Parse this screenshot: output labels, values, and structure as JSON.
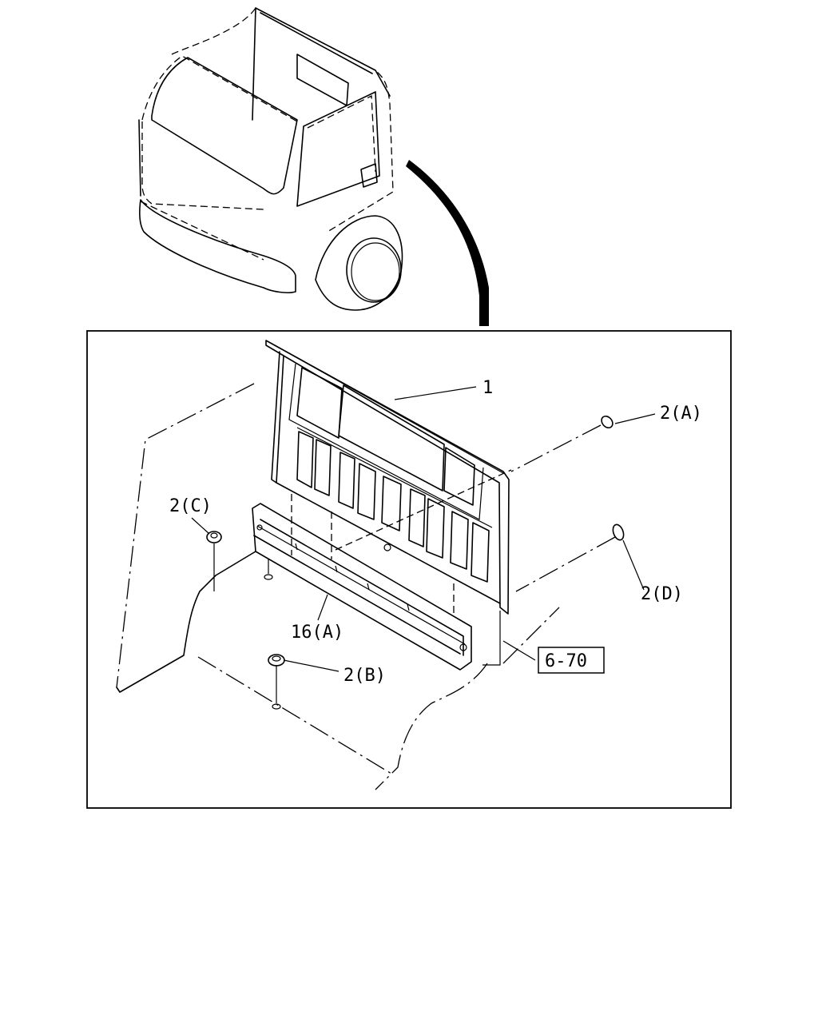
{
  "callouts": {
    "part_1": "1",
    "part_2a": "2(A)",
    "part_2b": "2(B)",
    "part_2c": "2(C)",
    "part_2d": "2(D)",
    "part_16a": "16(A)",
    "ref_box": "6-70"
  },
  "icons": {
    "truck": "truck-cab-outline-icon",
    "arrow": "curved-pointer-icon"
  },
  "colors": {
    "line": "#000000",
    "background": "#ffffff"
  }
}
